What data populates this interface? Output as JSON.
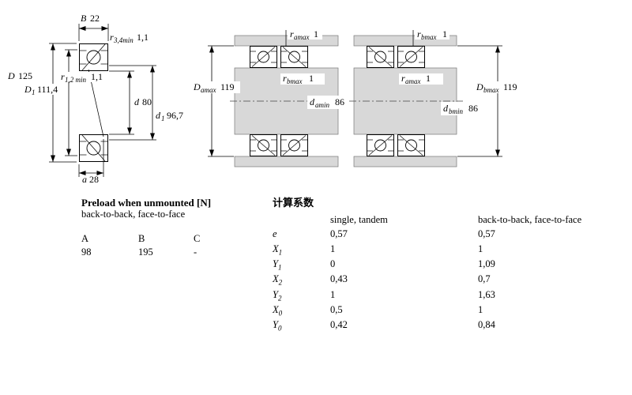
{
  "diagram_single": {
    "B": {
      "sym": "B",
      "val": "22"
    },
    "r34": {
      "sym": "r",
      "sub": "3,4min",
      "val": "1,1"
    },
    "D": {
      "sym": "D",
      "val": "125"
    },
    "D1": {
      "sym": "D",
      "sub": "1",
      "val": "111,4"
    },
    "r12": {
      "sym": "r",
      "sub": "1,2 min",
      "val": "1,1"
    },
    "d": {
      "sym": "d",
      "val": "80"
    },
    "d1": {
      "sym": "d",
      "sub": "1",
      "val": "96,7"
    },
    "a": {
      "sym": "a",
      "val": "28"
    }
  },
  "diagram_back_to_back": {
    "ramax": {
      "sym": "r",
      "sub": "amax",
      "val": "1"
    },
    "Damax": {
      "sym": "D",
      "sub": "amax",
      "val": "119"
    },
    "rbmax": {
      "sym": "r",
      "sub": "bmax",
      "val": "1"
    },
    "damin": {
      "sym": "d",
      "sub": "amin",
      "val": "86"
    }
  },
  "diagram_face_to_face": {
    "rbmax": {
      "sym": "r",
      "sub": "bmax",
      "val": "1"
    },
    "ramax": {
      "sym": "r",
      "sub": "amax",
      "val": "1"
    },
    "dbmin": {
      "sym": "d",
      "sub": "bmin",
      "val": "86"
    },
    "Dbmax": {
      "sym": "D",
      "sub": "bmax",
      "val": "119"
    }
  },
  "preload_table": {
    "title": "Preload when unmounted [N]",
    "subtitle": "back-to-back, face-to-face",
    "headers": [
      "A",
      "B",
      "C"
    ],
    "values": [
      "98",
      "195",
      "-"
    ]
  },
  "factors_table": {
    "title": "计算系数",
    "col1_header": "single, tandem",
    "col2_header": "back-to-back, face-to-face",
    "rows": [
      {
        "base": "e",
        "sub": "",
        "v1": "0,57",
        "v2": "0,57"
      },
      {
        "base": "X",
        "sub": "1",
        "v1": "1",
        "v2": "1"
      },
      {
        "base": "Y",
        "sub": "1",
        "v1": "0",
        "v2": "1,09"
      },
      {
        "base": "X",
        "sub": "2",
        "v1": "0,43",
        "v2": "0,7"
      },
      {
        "base": "Y",
        "sub": "2",
        "v1": "1",
        "v2": "1,63"
      },
      {
        "base": "X",
        "sub": "0",
        "v1": "0,5",
        "v2": "1"
      },
      {
        "base": "Y",
        "sub": "0",
        "v1": "0,42",
        "v2": "0,84"
      }
    ]
  }
}
